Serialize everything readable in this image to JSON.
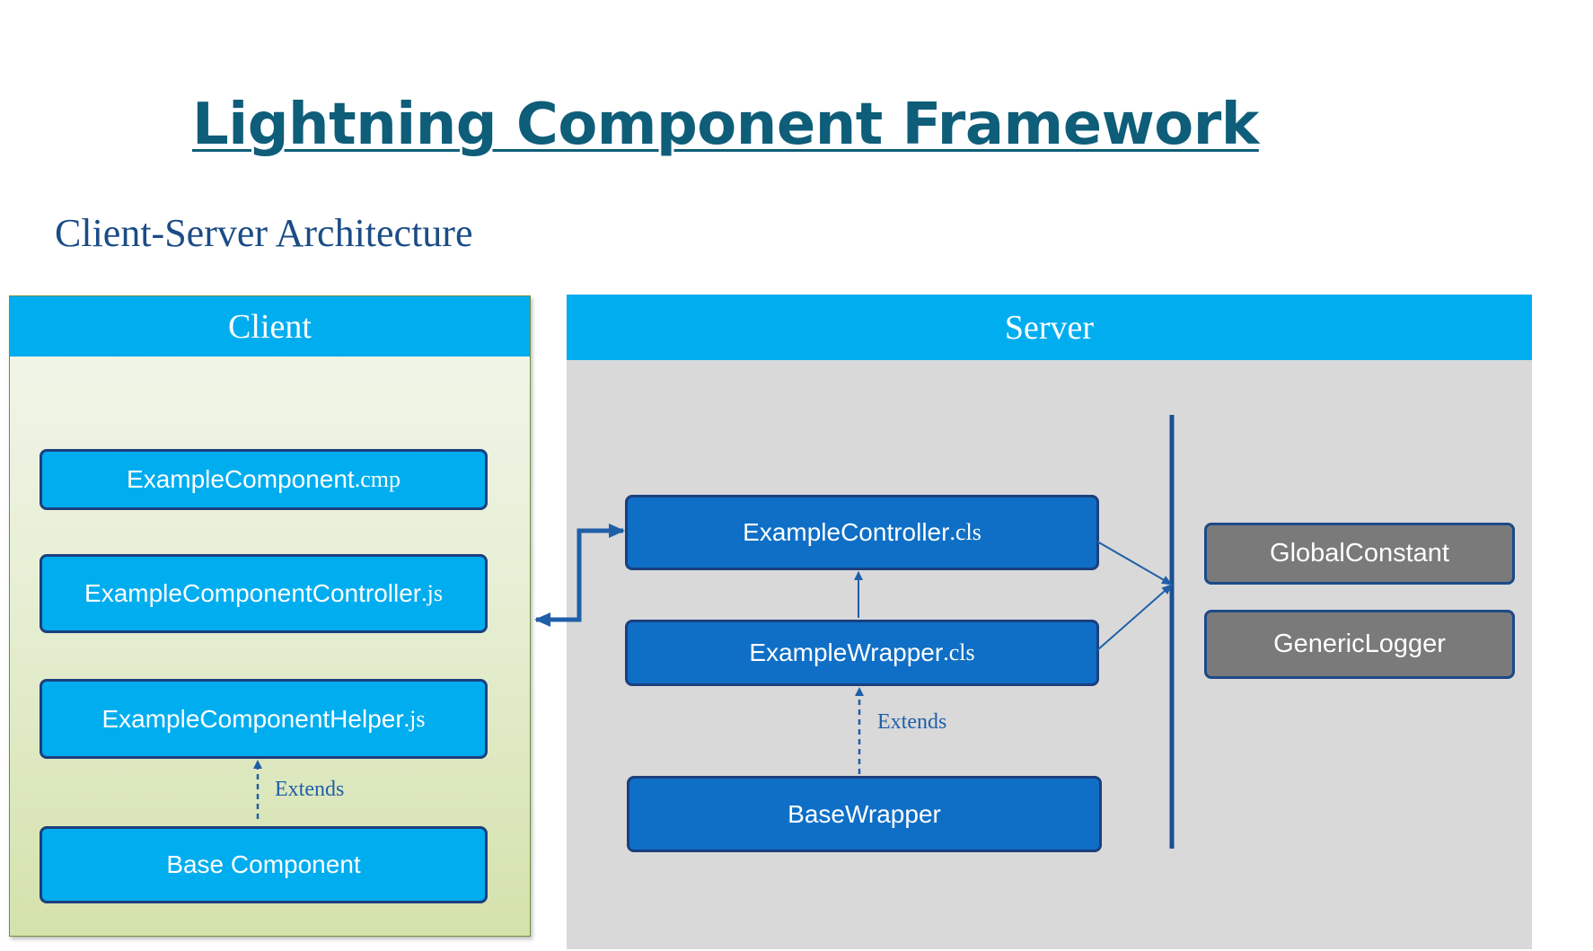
{
  "title": "Lightning Component Framework",
  "subtitle": "Client-Server Architecture",
  "client": {
    "header": "Client",
    "boxes": [
      {
        "name": "ExampleComponent",
        "ext": ".cmp"
      },
      {
        "name": "ExampleComponentController",
        "ext": ".js"
      },
      {
        "name": "ExampleComponentHelper",
        "ext": ".js"
      },
      {
        "name": "Base Component",
        "ext": ""
      }
    ],
    "extends_label": "Extends"
  },
  "server": {
    "header": "Server",
    "boxes": [
      {
        "name": "ExampleController",
        "ext": ".cls"
      },
      {
        "name": "ExampleWrapper",
        "ext": ".cls"
      },
      {
        "name": "BaseWrapper",
        "ext": ""
      }
    ],
    "extends_label": "Extends",
    "utilities": [
      "GlobalConstant",
      "GenericLogger"
    ]
  },
  "colors": {
    "title": "#0e5d79",
    "subtitle": "#1b4c86",
    "header_bg": "#00adef",
    "client_box": "#00adef",
    "server_box": "#0f6fc6",
    "utility_box": "#7a7a7a",
    "connector": "#1f5fa8"
  }
}
